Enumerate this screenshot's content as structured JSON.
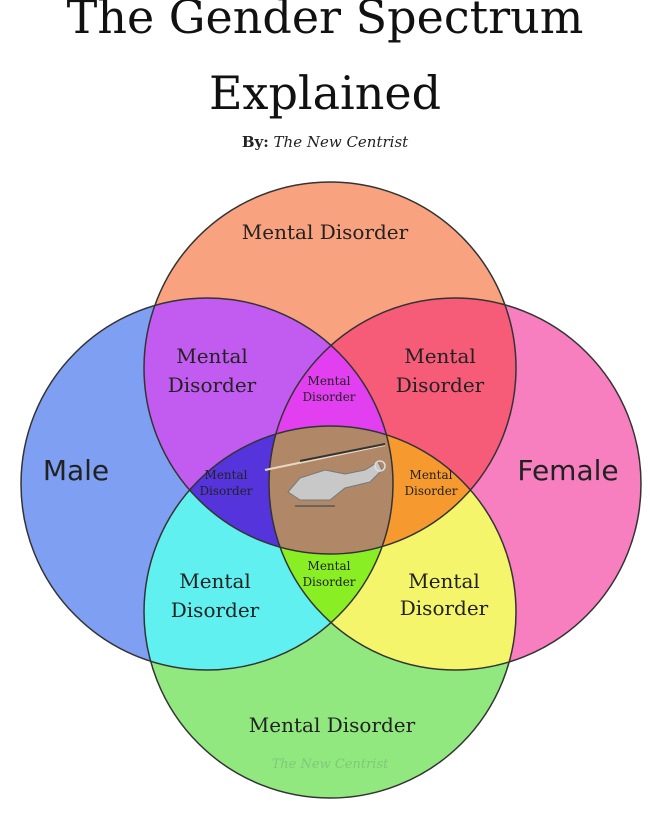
{
  "title": {
    "line1": "The Gender Spectrum",
    "line2": "Explained"
  },
  "byline": {
    "prefix": "By:",
    "author": "The New Centrist"
  },
  "sets": {
    "left": "Male",
    "right": "Female"
  },
  "regions": {
    "top": [
      "Mental Disorder"
    ],
    "top_left": [
      "Mental",
      "Disorder"
    ],
    "top_right": [
      "Mental",
      "Disorder"
    ],
    "top_center": [
      "Mental",
      "Disorder"
    ],
    "left_center": [
      "Mental",
      "Disorder"
    ],
    "right_center": [
      "Mental",
      "Disorder"
    ],
    "bottom_center": [
      "Mental",
      "Disorder"
    ],
    "bottom_left": [
      "Mental",
      "Disorder"
    ],
    "bottom_right": [
      "Mental",
      "Disorder"
    ],
    "bottom": [
      "Mental Disorder"
    ],
    "center_image": "helicopter"
  },
  "watermark": "The New Centrist",
  "colors": {
    "top": "#f9a27f",
    "left": "#7f9ff3",
    "right": "#f77fbf",
    "bottom": "#90e87e",
    "top_left": "#c25cf0",
    "top_right": "#f65b78",
    "bottom_left": "#60f0ef",
    "bottom_right": "#f5f56b",
    "top_center": "#e23ff0",
    "left_center": "#5634dc",
    "right_center": "#f69a30",
    "bottom_center": "#8aee24",
    "center": "#b08868"
  }
}
